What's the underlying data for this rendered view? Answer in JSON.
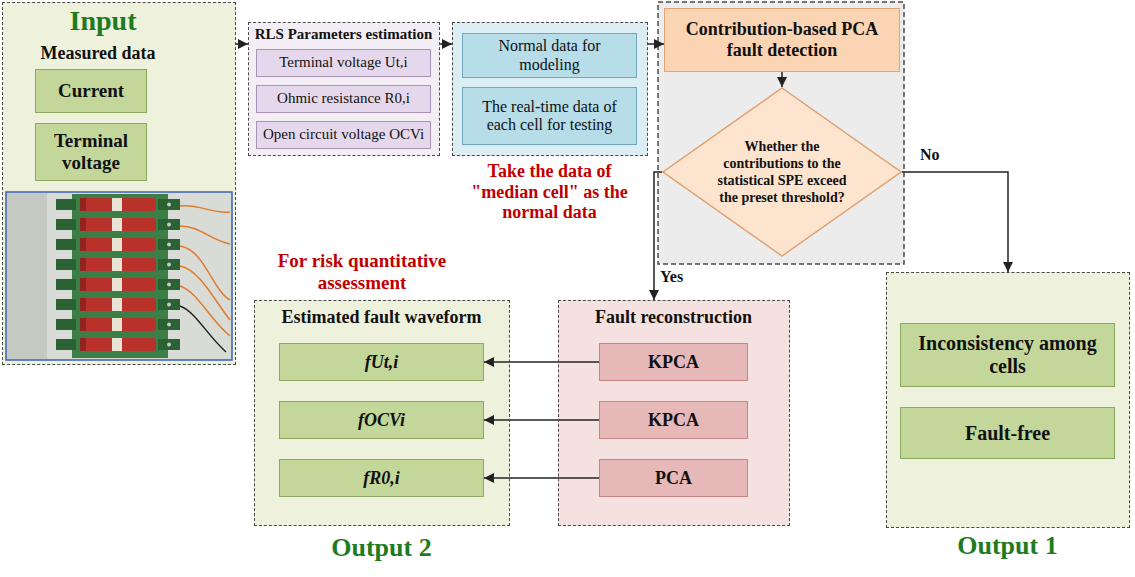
{
  "diagram": {
    "nodes": [
      {
        "text": [
          "Input",
          "Measured data"
        ]
      },
      {
        "text": [
          "Current"
        ],
        "in": 0
      },
      {
        "text": [
          "Terminal voltage"
        ],
        "in": 0
      },
      {
        "text": [
          "RLS Parameters estimation"
        ]
      },
      {
        "text": [
          "Terminal voltage Ut,i"
        ],
        "in": 3
      },
      {
        "text": [
          "Ohmic resistance R0,i"
        ],
        "in": 3
      },
      {
        "text": [
          "Open circuit voltage OCVi"
        ],
        "in": 3
      },
      {
        "text": [
          "Take the data of \"median cell\" as the normal data"
        ]
      },
      {
        "text": [
          "Normal data for modeling"
        ],
        "in": 7
      },
      {
        "text": [
          "The real-time data of each cell for testing"
        ],
        "in": 7
      },
      {
        "text": [
          "Contribution-based PCA fault detection"
        ]
      },
      {
        "text": [
          "Whether the contributions to the statistical SPE exceed the preset threshold?"
        ]
      },
      {
        "text": [
          "Estimated fault waveform",
          "Output 2"
        ]
      },
      {
        "text": [
          "fUt,i"
        ],
        "in": 12
      },
      {
        "text": [
          "fOCVi"
        ],
        "in": 12
      },
      {
        "text": [
          "fR0,i"
        ],
        "in": 12
      },
      {
        "text": [
          "Fault reconstruction"
        ]
      },
      {
        "text": [
          "KPCA"
        ],
        "in": 16
      },
      {
        "text": [
          "KPCA"
        ],
        "in": 16
      },
      {
        "text": [
          "PCA"
        ],
        "in": 16
      },
      {
        "text": [
          "Output 1"
        ]
      },
      {
        "text": [
          "Inconsistency among cells"
        ],
        "in": 20
      },
      {
        "text": [
          "Fault-free"
        ],
        "in": 20
      }
    ],
    "edges": [
      {
        "from": 0,
        "to": 3,
        "arrow": "to"
      },
      {
        "from": 3,
        "to": 7,
        "arrow": "to"
      },
      {
        "from": 7,
        "to": 10,
        "arrow": "to"
      },
      {
        "from": 10,
        "to": 11,
        "arrow": "to"
      },
      {
        "from": 11,
        "to": 16,
        "label": "Yes",
        "arrow": "to"
      },
      {
        "from": 11,
        "to": 20,
        "label": "No",
        "arrow": "to"
      },
      {
        "from": 17,
        "to": 13,
        "arrow": "to"
      },
      {
        "from": 18,
        "to": 14,
        "arrow": "to"
      },
      {
        "from": 19,
        "to": 15,
        "arrow": "to"
      }
    ],
    "labels": [
      "For risk quantitative assessment"
    ]
  }
}
